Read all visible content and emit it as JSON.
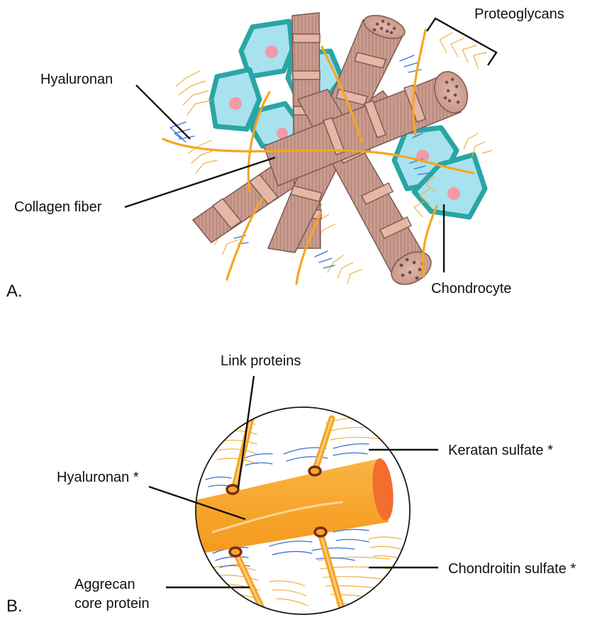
{
  "panel_a": {
    "panel_label": "A.",
    "labels": {
      "proteoglycans": "Proteoglycans",
      "hyaluronan": "Hyaluronan",
      "collagen_fiber": "Collagen fiber",
      "chondrocyte": "Chondrocyte"
    }
  },
  "panel_b": {
    "panel_label": "B.",
    "labels": {
      "link_proteins": "Link proteins",
      "keratan_sulfate": "Keratan sulfate *",
      "hyaluronan": "Hyaluronan *",
      "chondroitin_sulfate": "Chondroitin sulfate *",
      "aggrecan_line1": "Aggrecan",
      "aggrecan_line2": "core protein"
    }
  },
  "colors": {
    "collagen_fill": "#c99a8d",
    "collagen_band": "#e8b8a8",
    "collagen_stroke": "#7a5a52",
    "chondrocyte_fill": "#a8e2ee",
    "chondrocyte_border": "#2aa5a5",
    "nucleus": "#f29aa6",
    "hyaluronan": "#f5a623",
    "hyaluronan_tube": "#f7a72b",
    "hyaluronan_end": "#f26d2e",
    "keratan_sulfate": "#3a6fd8",
    "chondroitin_sulfate": "#f0b040",
    "link_protein": "#7a2c1c"
  }
}
